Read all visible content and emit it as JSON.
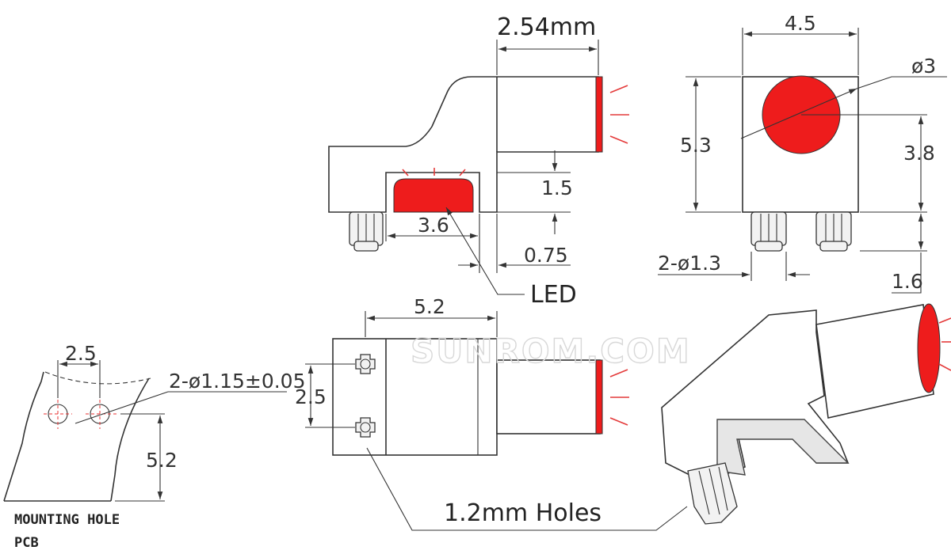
{
  "watermark": "SUNROM.COM",
  "side_view": {
    "width_label": "2.54mm",
    "height_label": "1.5",
    "led_width_label": "3.6",
    "offset_label": "0.75",
    "led_callout": "LED"
  },
  "front_view": {
    "width_label": "4.5",
    "diameter_label": "ø3",
    "height_label": "5.3",
    "center_height_label": "3.8",
    "pin_label": "2-ø1.3",
    "pin_length_label": "1.6"
  },
  "top_view": {
    "length_label": "5.2",
    "pitch_label": "2.5",
    "holes_callout": "1.2mm Holes"
  },
  "pcb_view": {
    "pitch_label": "2.5",
    "hole_label": "2-ø1.15±0.05",
    "distance_label": "5.2",
    "caption_line1": "MOUNTING HOLE",
    "caption_line2": "PCB"
  },
  "colors": {
    "led": "#ee1c1c",
    "line": "#333333"
  }
}
